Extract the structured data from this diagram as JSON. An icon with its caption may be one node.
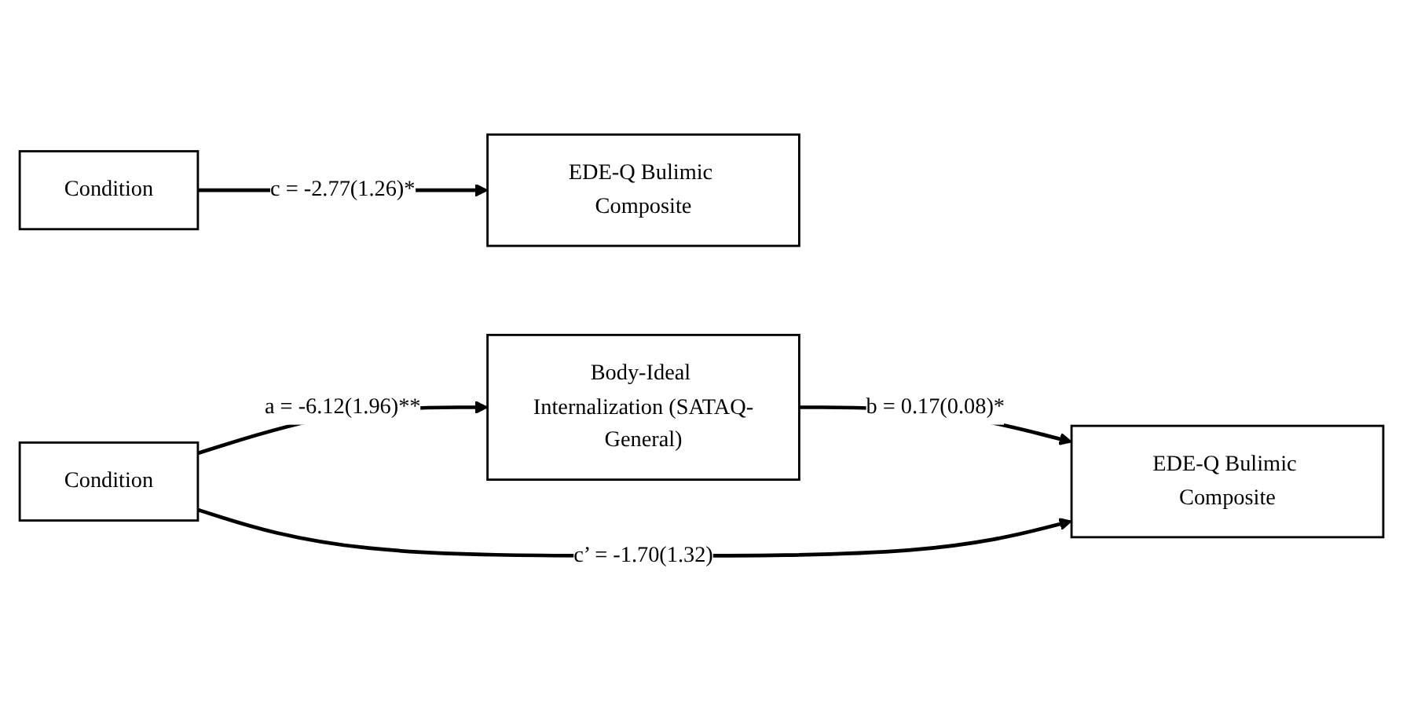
{
  "diagram": {
    "nodes": [
      {
        "text": [
          "Condition"
        ]
      },
      {
        "text": [
          "EDE-Q Bulimic Composite"
        ]
      },
      {
        "text": [
          "Body-Ideal Internalization (SATAQ-General)"
        ]
      },
      {
        "text": [
          "Condition"
        ]
      },
      {
        "text": [
          "EDE-Q Bulimic Composite"
        ]
      }
    ],
    "edges": [
      {
        "from": 0,
        "to": 1,
        "arrow": "to",
        "label": "c = -2.77(1.26)*"
      },
      {
        "from": 3,
        "to": 2,
        "arrow": "to",
        "label": "a = -6.12(1.96)**"
      },
      {
        "from": 2,
        "to": 4,
        "arrow": "to",
        "label": "b = 0.17(0.08)*"
      },
      {
        "from": 3,
        "to": 4,
        "arrow": "to",
        "label": "c’ = -1.70(1.32)"
      }
    ]
  }
}
